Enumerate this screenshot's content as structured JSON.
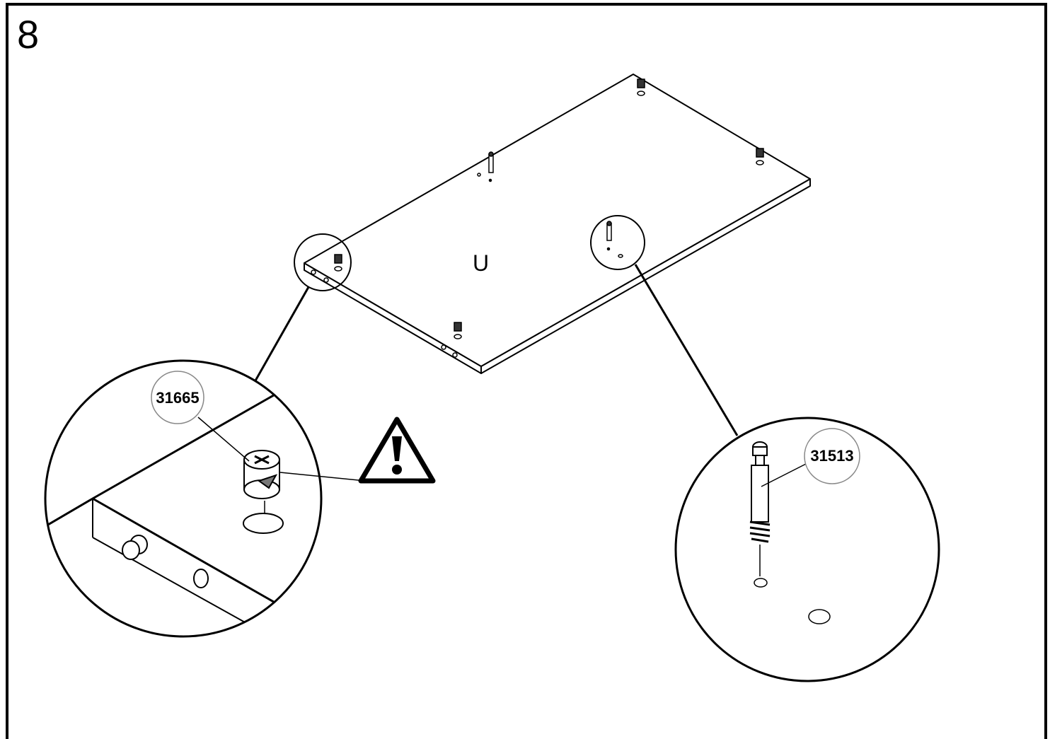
{
  "step": {
    "number": "8"
  },
  "panel": {
    "label": "U"
  },
  "callouts": [
    {
      "part_number": "31665",
      "part": "cam-lock"
    },
    {
      "part_number": "31513",
      "part": "cam-bolt"
    }
  ],
  "warning": {
    "icon": "warning-triangle-icon"
  }
}
